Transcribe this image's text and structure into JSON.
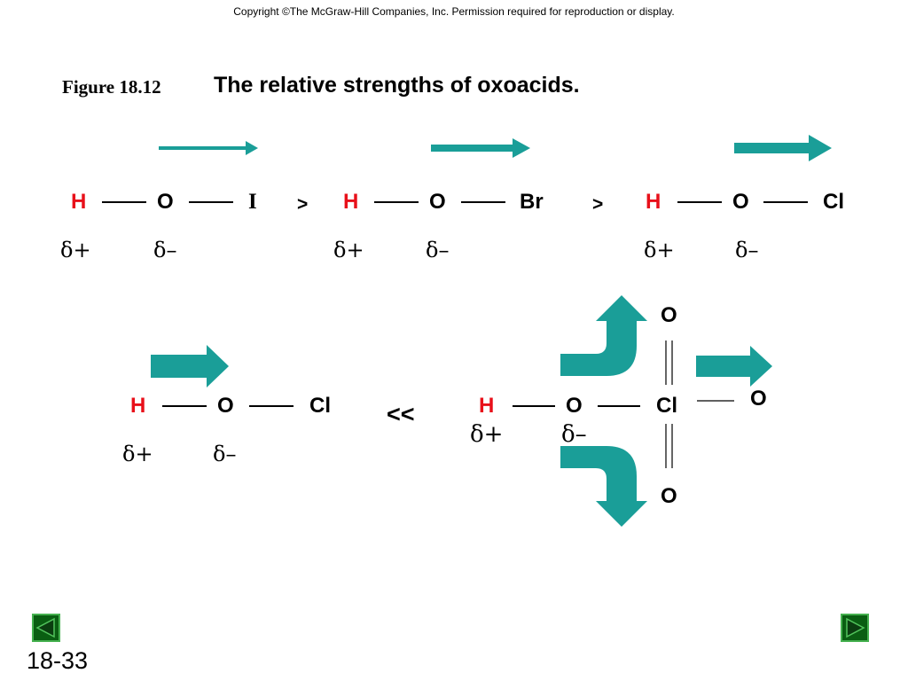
{
  "header": {
    "copyright": "Copyright ©The McGraw-Hill Companies, Inc.  Permission required for reproduction or display."
  },
  "figure": {
    "label": "Figure 18.12",
    "title": "The relative strengths of oxoacids."
  },
  "top_row": {
    "hoi": {
      "h": "H",
      "o": "O",
      "x": "I",
      "delta_plus": "δ+",
      "delta_minus": "δ–"
    },
    "op1": ">",
    "hobr": {
      "h": "H",
      "o": "O",
      "x": "Br",
      "delta_plus": "δ+",
      "delta_minus": "δ–"
    },
    "op2": ">",
    "hocl": {
      "h": "H",
      "o": "O",
      "x": "Cl",
      "delta_plus": "δ+",
      "delta_minus": "δ–"
    }
  },
  "bottom_row": {
    "hocl": {
      "h": "H",
      "o": "O",
      "x": "Cl",
      "delta_plus": "δ+",
      "delta_minus": "δ–"
    },
    "op": "<<",
    "hclo4": {
      "h": "H",
      "o": "O",
      "cl": "Cl",
      "o_top": "O",
      "o_right": "O",
      "o_bottom": "O",
      "delta_plus": "δ+",
      "delta_minus": "δ–"
    }
  },
  "footer": {
    "page_number": "18-33"
  },
  "colors": {
    "arrow": "#1a9e98",
    "hydrogen": "#e8101a",
    "nav_fill": "#0a5e12",
    "nav_border": "#45b14f"
  },
  "icons": {
    "prev": "left-triangle-icon",
    "next": "right-triangle-icon"
  }
}
